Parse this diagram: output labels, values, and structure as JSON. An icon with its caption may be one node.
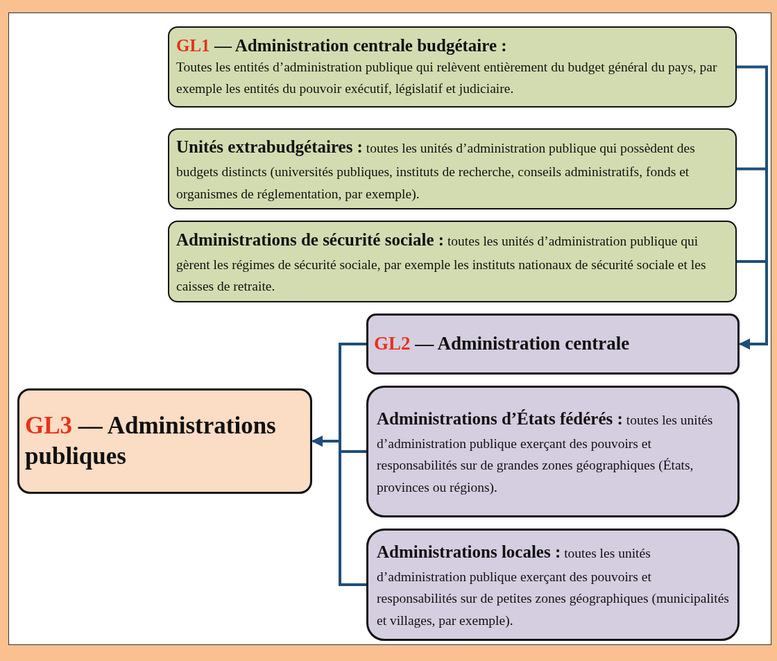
{
  "diagram": {
    "nodes": [
      {
        "text": [
          "GL1",
          "— Administration centrale budgétaire :",
          "Toutes les entités d’administration publique qui relèvent entièrement du budget général du pays, par exemple les entités du pouvoir exécutif, législatif et judiciaire."
        ]
      },
      {
        "text": [
          "Unités extrabudgétaires :",
          "toutes les unités d’administration publique qui possèdent des budgets distincts (universités publiques, instituts de recherche, conseils administratifs, fonds et organismes de réglementation, par exemple)."
        ]
      },
      {
        "text": [
          "Administrations de sécurité sociale :",
          "toutes les unités d’administration publique qui gèrent les régimes de sécurité sociale, par exemple les instituts nationaux de sécurité sociale et les caisses de retraite."
        ]
      },
      {
        "text": [
          "GL2",
          "— Administration centrale"
        ]
      },
      {
        "text": [
          "Administrations d’États fédérés :",
          "toutes les unités d’administration publique exerçant des pouvoirs et responsabilités sur de grandes zones géographiques (États, provinces ou régions)."
        ]
      },
      {
        "text": [
          "Administrations locales :",
          "toutes les unités d’administration publique exerçant des pouvoirs et responsabilités sur de petites zones géographiques (municipalités et villages, par exemple)."
        ]
      },
      {
        "text": [
          "GL3",
          "— Administrations publiques"
        ]
      }
    ],
    "edges": [
      {
        "from": 0,
        "to": 3,
        "arrow": "to"
      },
      {
        "from": 1,
        "to": 3,
        "arrow": "to"
      },
      {
        "from": 2,
        "to": 3,
        "arrow": "to"
      },
      {
        "from": 3,
        "to": 6,
        "arrow": "to"
      },
      {
        "from": 4,
        "to": 6,
        "arrow": "to"
      },
      {
        "from": 5,
        "to": 6,
        "arrow": "to"
      }
    ]
  }
}
